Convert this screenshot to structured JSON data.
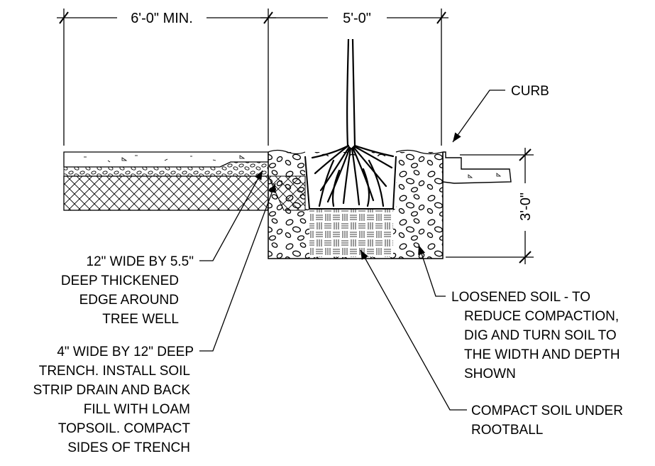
{
  "dimensions": {
    "sidewalk_width": "6'-0\" MIN.",
    "tree_well_width": "5'-0\"",
    "depth": "3'-0\""
  },
  "callouts": {
    "curb": [
      "CURB"
    ],
    "thickened_edge": [
      "12\" WIDE BY 5.5\"",
      "DEEP THICKENED",
      "EDGE AROUND",
      "TREE WELL"
    ],
    "trench": [
      "4\" WIDE BY 12\" DEEP",
      "TRENCH. INSTALL SOIL",
      "STRIP DRAIN AND BACK",
      "FILL WITH LOAM",
      "TOPSOIL. COMPACT",
      "SIDES OF TRENCH"
    ],
    "loosened_soil": [
      "LOOSENED SOIL - TO",
      "REDUCE COMPACTION,",
      "DIG AND TURN SOIL TO",
      "THE WIDTH AND DEPTH",
      "SHOWN"
    ],
    "compact_soil": [
      "COMPACT SOIL UNDER",
      "ROOTBALL"
    ]
  }
}
